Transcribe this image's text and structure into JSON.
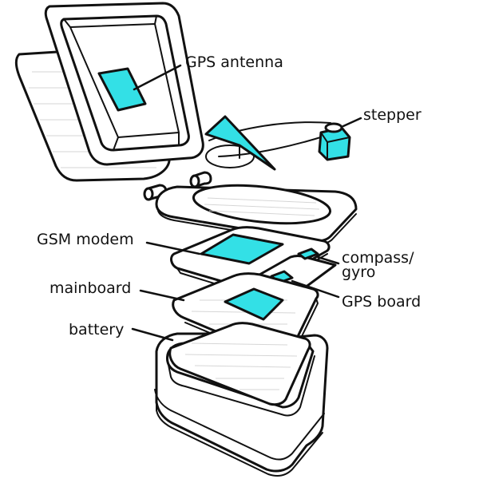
{
  "labels": {
    "gps_antenna": "GPS antenna",
    "stepper": "stepper",
    "gsm_modem": "GSM modem",
    "compass_gyro": "compass/\ngyro",
    "mainboard": "mainboard",
    "gps_board": "GPS board",
    "battery": "battery"
  },
  "colors": {
    "chip": "#33e0e6",
    "outline": "#111111",
    "fill": "#ffffff"
  }
}
